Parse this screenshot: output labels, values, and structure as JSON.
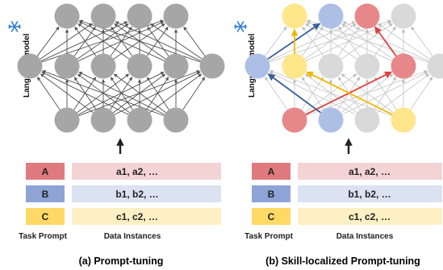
{
  "panels": [
    {
      "side_label": "Language model",
      "task_prompts": [
        "A",
        "B",
        "C"
      ],
      "data_instances": [
        "a1, a2, …",
        "b1, b2, …",
        "c1, c2, …"
      ],
      "task_prompt_label": "Task Prompt",
      "data_instances_label": "Data Instances",
      "caption": "(a) Prompt-tuning"
    },
    {
      "side_label": "Language model",
      "task_prompts": [
        "A",
        "B",
        "C"
      ],
      "data_instances": [
        "a1, a2, …",
        "b1, b2, …",
        "c1, c2, …"
      ],
      "task_prompt_label": "Task Prompt",
      "data_instances_label": "Data Instances",
      "caption": "(b) Skill-localized Prompt-tuning"
    }
  ],
  "icons": {
    "frozen": "snowflake-icon",
    "forward": "arrow-up-icon"
  },
  "colors": {
    "task_a": "#df7a7e",
    "task_b": "#8ea4d6",
    "task_c": "#ffd966",
    "data_a": "#f4d3d5",
    "data_b": "#dbe2f2",
    "data_c": "#fdf0c5",
    "neuron_gray": "#a6a6a6",
    "neuron_inactive": "#d9d9d9",
    "neuron_red": "#e8878a",
    "neuron_blue": "#aebfe6",
    "neuron_yellow": "#ffe68a",
    "path_red": "#e04141",
    "path_blue": "#3a5e9c",
    "path_yellow": "#f2b705",
    "snowflake": "#2f7fd1"
  }
}
